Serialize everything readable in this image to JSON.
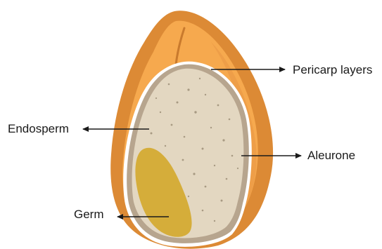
{
  "labels": {
    "pericarp": "Pericarp layers",
    "endosperm": "Endosperm",
    "aleurone": "Aleurone",
    "germ": "Germ"
  },
  "colors": {
    "pericarp_outer": "#dc8a35",
    "pericarp_inner": "#f6a94e",
    "aleurone": "#b7a58e",
    "endosperm": "#e3d7c1",
    "endosperm_speckle": "#a89a83",
    "germ": "#d5ad3a",
    "arrow": "#1a1a1a"
  }
}
